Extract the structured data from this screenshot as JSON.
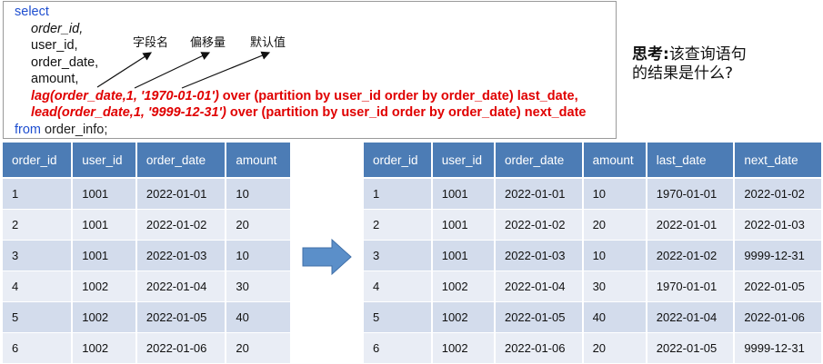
{
  "sql": {
    "select_kw": "select",
    "col1": "order_id,",
    "col2": "user_id,",
    "col3": "order_date,",
    "col4": "amount,",
    "lag_func": "lag(order_date,1, '1970-01-01')",
    "lag_rest": " over (partition by user_id order by order_date) last_date,",
    "lead_func": "lead(order_date,1, '9999-12-31')",
    "lead_rest": " over (partition by user_id order by order_date) next_date",
    "from_kw": "from",
    "from_rest": " order_info;"
  },
  "annotations": {
    "field_name": "字段名",
    "offset": "偏移量",
    "default_value": "默认值"
  },
  "think": {
    "label": "思考:",
    "text1": "该查询语句",
    "text2": "的结果是什么?"
  },
  "table_left": {
    "headers": [
      "order_id",
      "user_id",
      "order_date",
      "amount"
    ],
    "rows": [
      [
        "1",
        "1001",
        "2022-01-01",
        "10"
      ],
      [
        "2",
        "1001",
        "2022-01-02",
        "20"
      ],
      [
        "3",
        "1001",
        "2022-01-03",
        "10"
      ],
      [
        "4",
        "1002",
        "2022-01-04",
        "30"
      ],
      [
        "5",
        "1002",
        "2022-01-05",
        "40"
      ],
      [
        "6",
        "1002",
        "2022-01-06",
        "20"
      ]
    ]
  },
  "table_right": {
    "headers": [
      "order_id",
      "user_id",
      "order_date",
      "amount",
      "last_date",
      "next_date"
    ],
    "rows": [
      [
        "1",
        "1001",
        "2022-01-01",
        "10",
        "1970-01-01",
        "2022-01-02"
      ],
      [
        "2",
        "1001",
        "2022-01-02",
        "20",
        "2022-01-01",
        "2022-01-03"
      ],
      [
        "3",
        "1001",
        "2022-01-03",
        "10",
        "2022-01-02",
        "9999-12-31"
      ],
      [
        "4",
        "1002",
        "2022-01-04",
        "30",
        "1970-01-01",
        "2022-01-05"
      ],
      [
        "5",
        "1002",
        "2022-01-05",
        "40",
        "2022-01-04",
        "2022-01-06"
      ],
      [
        "6",
        "1002",
        "2022-01-06",
        "20",
        "2022-01-05",
        "9999-12-31"
      ]
    ]
  },
  "colors": {
    "keyword": "#1f4fd0",
    "highlight": "#e00000",
    "header_bg": "#4c7cb5",
    "row_dark": "#d3dcec",
    "row_light": "#e9edf5",
    "arrow_fill": "#5b8fc9"
  }
}
